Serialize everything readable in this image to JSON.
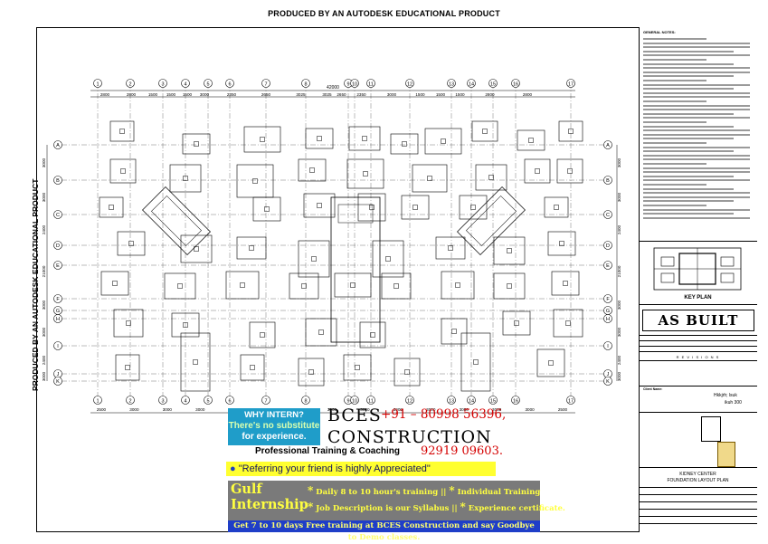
{
  "watermark": "PRODUCED BY AN AUTODESK EDUCATIONAL PRODUCT",
  "drawing": {
    "grid_columns": [
      "1",
      "2",
      "3",
      "4",
      "5",
      "6",
      "7",
      "8",
      "9",
      "10",
      "11",
      "12",
      "13",
      "14",
      "15",
      "16",
      "17"
    ],
    "grid_rows": [
      "A",
      "B",
      "C",
      "D",
      "E",
      "F",
      "G",
      "H",
      "I",
      "J",
      "K"
    ],
    "overall_dimension": "42000",
    "top_dimensions": [
      "2800",
      "2800",
      "1500",
      "1500",
      "1500",
      "3000",
      "2350",
      "2650",
      "3025",
      "3025",
      "2650",
      "2350",
      "3000",
      "1500",
      "1500",
      "1500",
      "2800",
      "2800"
    ],
    "bottom_dimensions": [
      "2500",
      "3000",
      "3000",
      "3000",
      "3000",
      "3000",
      "3000",
      "3000",
      "3000",
      "3000",
      "3000",
      "3000",
      "3000",
      "3000",
      "2500"
    ],
    "left_dimensions": [
      "3000",
      "3000",
      "2400",
      "21000",
      "3000",
      "3000",
      "2400",
      "3000"
    ],
    "right_dimensions": [
      "3000",
      "3000",
      "2400",
      "21000",
      "3000",
      "3000",
      "2400",
      "3000"
    ]
  },
  "title_block": {
    "general_notes_title": "GENERAL NOTES:",
    "key_plan_label": "KEY PLAN",
    "as_built": "AS BUILT",
    "revisions_label": "R E V I S I O N S",
    "client_label": "Client Name:",
    "hindi_1": "Hkkjrh; lsuk",
    "hindi_2": "ikuh  300",
    "project_name": "KIDNEY CENTER",
    "drawing_title": "FOUNDATION LAYOUT PLAN"
  },
  "ad": {
    "why_intern": "WHY INTERN?",
    "no_substitute": "There's no substitute",
    "for_experience": "for experience.",
    "bces": "BCES",
    "construction": "CONSTRUCTION",
    "phone1": "+91 – 80998  56396,",
    "phone2": "92919 09603.",
    "training": "Professional Training & Coaching",
    "refer": "\"Referring your friend is highly Appreciated\"",
    "gulf": "Gulf Internship",
    "line1": "Daily 8 to 10 hour's training ||",
    "line1b": "Individual Training",
    "line2": "Job Description is our Syllabus ||",
    "line2b": "Experience certificate.",
    "bottom": "Get 7 to 10 days Free training at BCES Construction and say Goodbye to Demo classes."
  },
  "colors": {
    "why_bg": "#1f9dc9",
    "refer_bg": "#ffff30",
    "gulf_bg": "#7a7a7a",
    "bottom_bg": "#1f3ec8",
    "phone": "#d40000"
  }
}
